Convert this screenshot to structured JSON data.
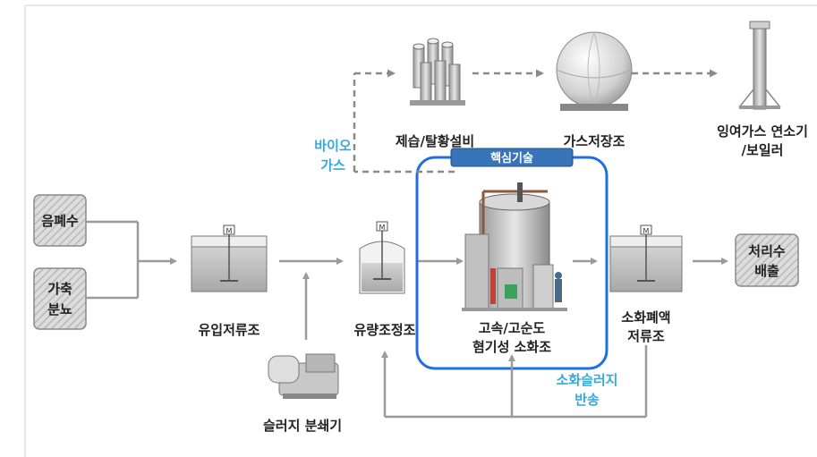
{
  "inputs": {
    "wastewater": "음폐수",
    "manure_line1": "가축",
    "manure_line2": "분뇨"
  },
  "units": {
    "inflow_tank": "유입저류조",
    "flow_equalization": "유량조정조",
    "digester_line1": "고속/고순도",
    "digester_line2": "혐기성 소화조",
    "digestate_tank_line1": "소화폐액",
    "digestate_tank_line2": "저류조",
    "sludge_crusher": "슬러지 분쇄기",
    "desulfurization": "제습/탈황설비",
    "gas_storage": "가스저장조",
    "surplus_gas_line1": "잉여가스 연소기",
    "surplus_gas_line2": "/보일러",
    "treated_water_line1": "처리수",
    "treated_water_line2": "배출"
  },
  "annotations": {
    "biogas_line1": "바이오",
    "biogas_line2": "가스",
    "core_tech": "핵심기술",
    "sludge_return_line1": "소화슬러지",
    "sludge_return_line2": "반송"
  },
  "motor_mark": "M",
  "colors": {
    "accent_blue": "#1f6fe0",
    "label_blue": "#33aadd",
    "arrow_gray": "#999999",
    "hatch_box": "#cccccc"
  }
}
